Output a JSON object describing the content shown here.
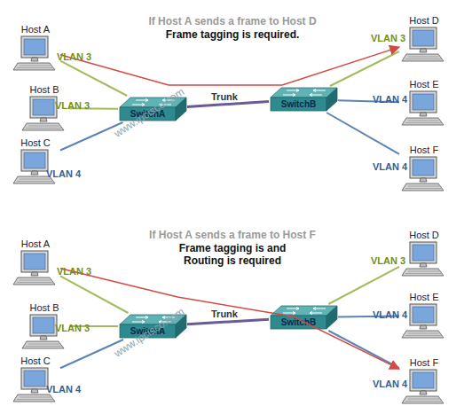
{
  "diagram": {
    "nodes": [
      {
        "text": [
          "Host A"
        ]
      },
      {
        "text": [
          "Host B"
        ]
      },
      {
        "text": [
          "Host C"
        ]
      },
      {
        "text": [
          "SwitchA"
        ]
      },
      {
        "text": [
          "SwitchB"
        ]
      },
      {
        "text": [
          "Host D"
        ]
      },
      {
        "text": [
          "Host E"
        ]
      },
      {
        "text": [
          "Host F"
        ]
      },
      {
        "text": [
          "Host A"
        ]
      },
      {
        "text": [
          "Host B"
        ]
      },
      {
        "text": [
          "Host C"
        ]
      },
      {
        "text": [
          "SwitchA"
        ]
      },
      {
        "text": [
          "SwitchB"
        ]
      },
      {
        "text": [
          "Host D"
        ]
      },
      {
        "text": [
          "Host E"
        ]
      },
      {
        "text": [
          "Host F"
        ]
      }
    ],
    "edges": [
      {
        "from": 0,
        "to": 3,
        "arrow": "none",
        "label": "VLAN 3"
      },
      {
        "from": 1,
        "to": 3,
        "arrow": "none",
        "label": "VLAN 3"
      },
      {
        "from": 2,
        "to": 3,
        "arrow": "none",
        "label": "VLAN 4"
      },
      {
        "from": 3,
        "to": 4,
        "arrow": "none",
        "label": "Trunk"
      },
      {
        "from": 4,
        "to": 5,
        "arrow": "none",
        "label": "VLAN 3"
      },
      {
        "from": 4,
        "to": 6,
        "arrow": "none",
        "label": "VLAN 4"
      },
      {
        "from": 4,
        "to": 7,
        "arrow": "none",
        "label": "VLAN 4"
      },
      {
        "from": 0,
        "to": 5,
        "arrow": "to"
      },
      {
        "from": 8,
        "to": 11,
        "arrow": "none",
        "label": "VLAN 3"
      },
      {
        "from": 9,
        "to": 11,
        "arrow": "none",
        "label": "VLAN 3"
      },
      {
        "from": 10,
        "to": 11,
        "arrow": "none",
        "label": "VLAN 4"
      },
      {
        "from": 11,
        "to": 12,
        "arrow": "none",
        "label": "Trunk"
      },
      {
        "from": 12,
        "to": 13,
        "arrow": "none",
        "label": "VLAN 3"
      },
      {
        "from": 12,
        "to": 14,
        "arrow": "none",
        "label": "VLAN 4"
      },
      {
        "from": 12,
        "to": 15,
        "arrow": "none",
        "label": "VLAN 4"
      },
      {
        "from": 8,
        "to": 15,
        "arrow": "to"
      }
    ],
    "labels": [
      "If Host A sends a frame to Host D",
      "Frame tagging is required.",
      "www.ipcisco.com",
      "If Host A sends a frame to Host F",
      "Frame tagging is and Routing is required",
      "www.ipcisco.com"
    ]
  }
}
